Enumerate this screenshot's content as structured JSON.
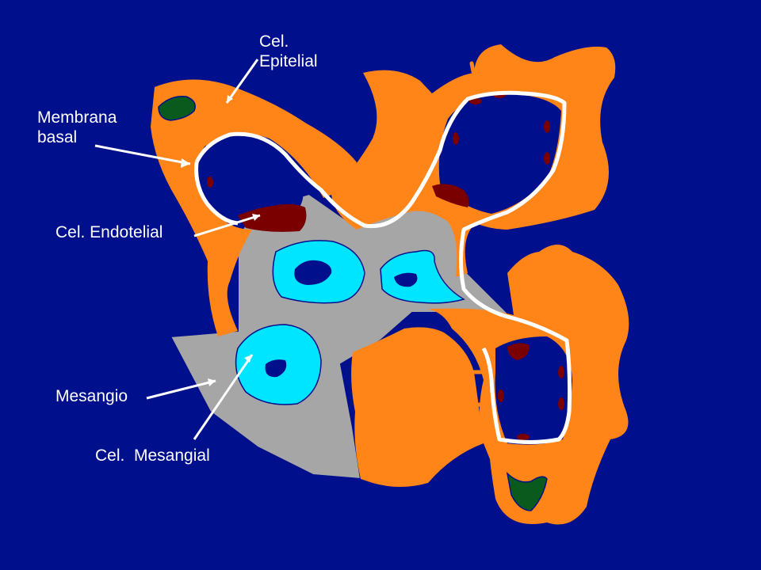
{
  "labels": {
    "epitelial": "Cel.\nEpitelial",
    "membrana": "Membrana\nbasal",
    "endotelial": "Cel. Endotelial",
    "mesangio": "Mesangio",
    "mesangial": "Cel.  Mesangial"
  },
  "colors": {
    "background": "#000f8c",
    "epithelial": "#ff8519",
    "mesangium": "#a6a6a6",
    "mesangial_cell": "#00e5ff",
    "nucleus": "#000f8c",
    "endothelial": "#7a0000",
    "basement_membrane": "#ffffff",
    "epithelial_nucleus": "#0a5a1e"
  }
}
